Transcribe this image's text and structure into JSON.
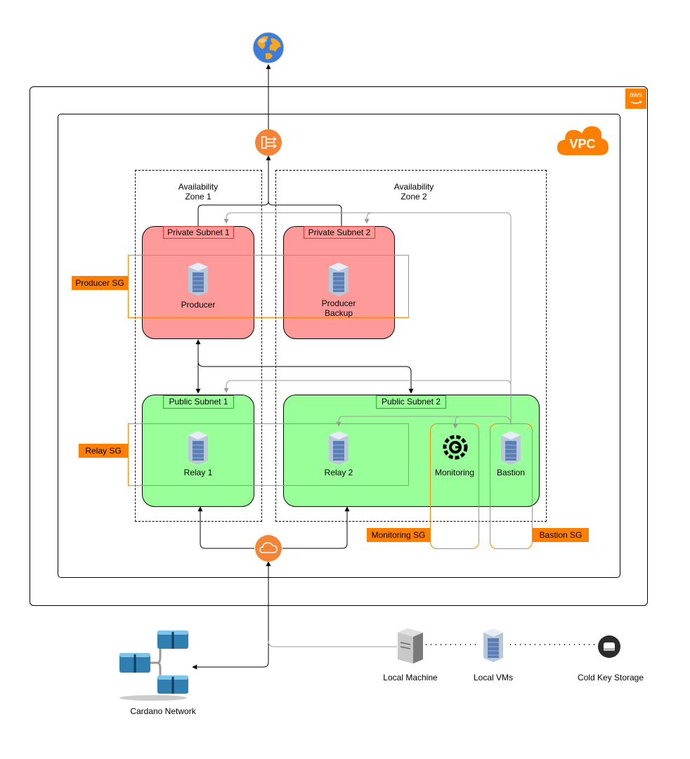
{
  "zones": {
    "az1": "Availability\nZone 1",
    "az2": "Availability\nZone 2"
  },
  "subnets": {
    "private1": "Private Subnet 1",
    "private2": "Private Subnet 2",
    "public1": "Public Subnet 1",
    "public2": "Public Subnet 2"
  },
  "nodes": {
    "producer": "Producer",
    "producer_backup": "Producer\nBackup",
    "relay1": "Relay 1",
    "relay2": "Relay 2",
    "monitoring": "Monitoring",
    "bastion": "Bastion",
    "local_machine": "Local Machine",
    "local_vms": "Local VMs",
    "cold_key_storage": "Cold Key Storage",
    "cardano_network": "Cardano Network"
  },
  "security_groups": {
    "producer_sg": "Producer SG",
    "relay_sg": "Relay SG",
    "monitoring_sg": "Monitoring SG",
    "bastion_sg": "Bastion SG"
  },
  "badges": {
    "vpc": "VPC",
    "aws": "aws"
  },
  "colors": {
    "aws_orange": "#ff8000",
    "private_fill": "#ff9a9a",
    "public_fill": "#99ff99",
    "server_blue": "#5b7fb5"
  }
}
